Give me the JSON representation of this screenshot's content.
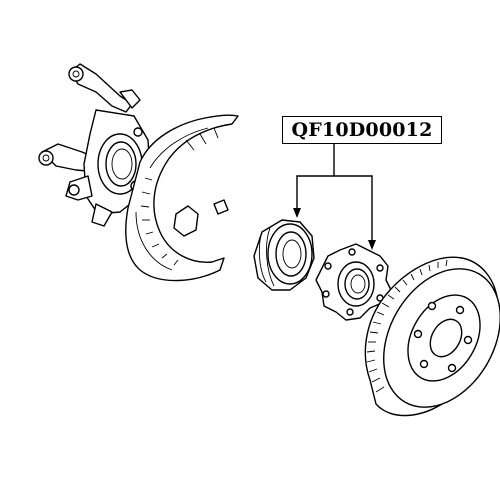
{
  "part_number": "QF10D00012",
  "colors": {
    "line": "#000000",
    "background": "#ffffff"
  },
  "parts": [
    "steering-knuckle",
    "dust-shield",
    "wheel-bearing",
    "wheel-hub",
    "brake-disc"
  ]
}
